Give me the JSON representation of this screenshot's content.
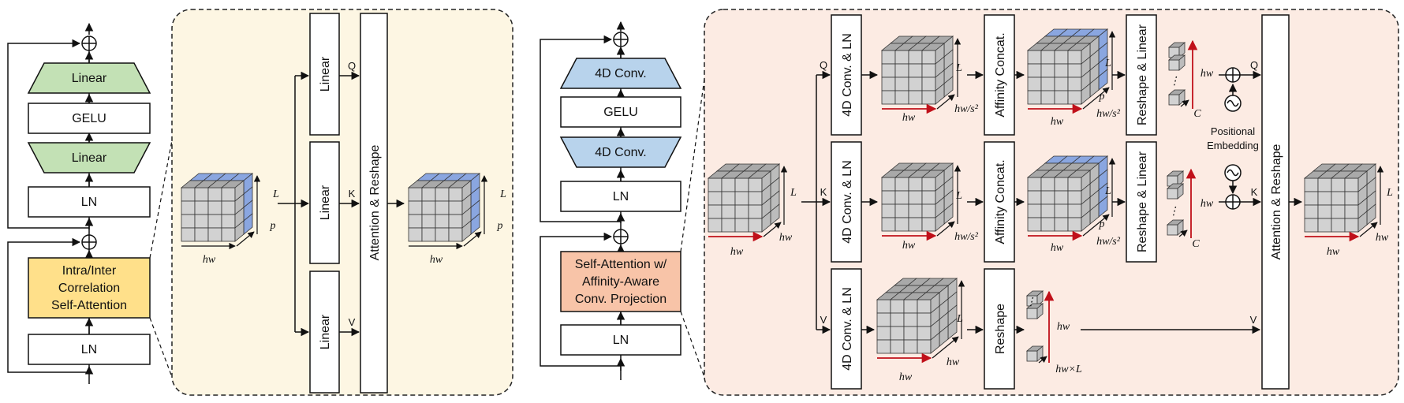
{
  "left": {
    "blocks": {
      "ln_bottom": "LN",
      "attention": [
        "Intra/Inter",
        "Correlation",
        "Self-Attention"
      ],
      "ln_top": "LN",
      "linear_lower": "Linear",
      "gelu": "GELU",
      "linear_upper": "Linear"
    },
    "expansion": {
      "linear_q": "Linear",
      "linear_k": "Linear",
      "linear_v": "Linear",
      "q": "Q",
      "k": "K",
      "v": "V",
      "attn_reshape": "Attention & Reshape",
      "axis_hw": "hw",
      "axis_p": "p",
      "axis_l": "L"
    }
  },
  "right": {
    "blocks": {
      "ln_bottom": "LN",
      "attention": [
        "Self-Attention w/",
        "Affinity-Aware",
        "Conv. Projection"
      ],
      "ln_top": "LN",
      "conv_lower": "4D Conv.",
      "gelu": "GELU",
      "conv_upper": "4D Conv."
    },
    "expansion": {
      "conv_ln": "4D Conv. & LN",
      "affinity_concat": "Affinity Concat.",
      "reshape_linear": "Reshape & Linear",
      "reshape": "Reshape",
      "attn_reshape": "Attention & Reshape",
      "positional_embedding": [
        "Positional",
        "Embedding"
      ],
      "q": "Q",
      "k": "K",
      "v": "V",
      "axis_hw": "hw",
      "axis_l": "L",
      "axis_p": "p",
      "axis_hw_s2": "hw/s²",
      "axis_c": "C",
      "axis_hwxl": "hw×L",
      "dots": "⋮"
    }
  },
  "colors": {
    "left_panel": "#fdf6e3",
    "right_panel": "#fcebe3",
    "linear_green": "#c3e1b5",
    "conv_blue": "#b8d3ec",
    "attention_yellow": "#ffe08a",
    "attention_orange": "#f8c4a8",
    "cube_face": "#d2d2d2",
    "cube_top": "#a9a9a9",
    "highlight_blue": "#8aa6e0",
    "accent_red": "#c0101a"
  }
}
